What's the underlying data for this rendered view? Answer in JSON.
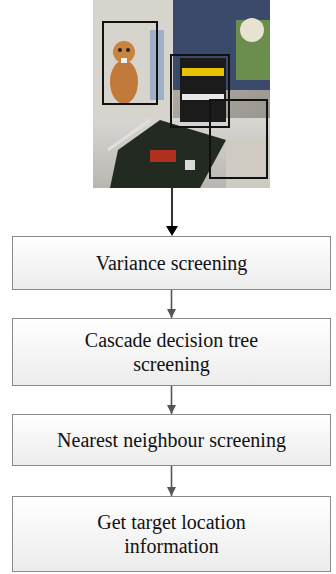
{
  "diagram": {
    "nodes": [
      {
        "text": [
          "Variance screening"
        ]
      },
      {
        "text": [
          "Cascade decision tree screening"
        ]
      },
      {
        "text": [
          "Nearest neighbour screening"
        ]
      },
      {
        "text": [
          "Get target location information"
        ]
      }
    ],
    "edges": [
      {
        "from": 0,
        "to": 1,
        "arrow": "to"
      },
      {
        "from": 1,
        "to": 2,
        "arrow": "to"
      },
      {
        "from": 2,
        "to": 3,
        "arrow": "to"
      }
    ]
  }
}
